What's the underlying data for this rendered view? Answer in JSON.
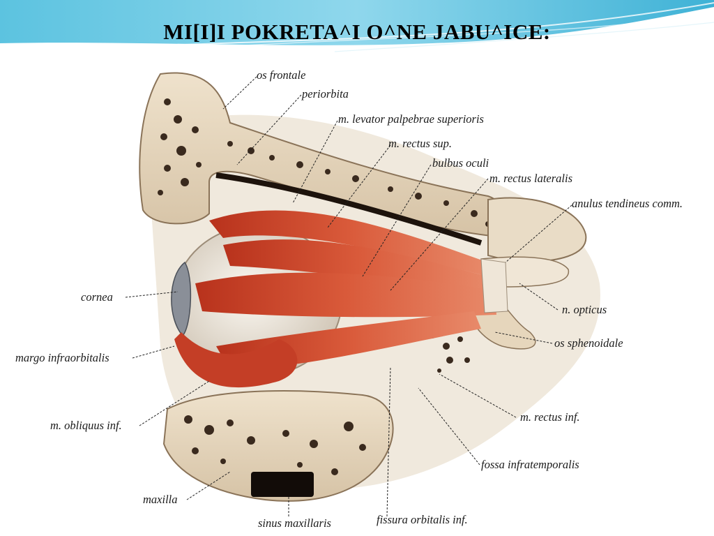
{
  "slide": {
    "title": "MI[I]I POKRETA^I O^NE JABU^ICE:",
    "header_color": "#7fd1e8"
  },
  "figure": {
    "colors": {
      "bone": "#e8d8c0",
      "muscle": "#c8452a",
      "eyeball": "#f1ece4",
      "bone_pore": "#3a2a1e"
    },
    "labels": {
      "os_frontale": "os frontale",
      "periorbita": "periorbita",
      "levator": "m. levator palpebrae superioris",
      "rectus_sup": "m. rectus sup.",
      "bulbus_oculi": "bulbus oculi",
      "rectus_lateralis": "m. rectus lateralis",
      "anulus": "anulus tendineus comm.",
      "cornea": "cornea",
      "n_opticus": "n. opticus",
      "os_sphenoidale": "os sphenoidale",
      "margo": "margo infraorbitalis",
      "obliquus": "m. obliquus inf.",
      "rectus_inf": "m. rectus inf.",
      "fossa": "fossa infratemporalis",
      "maxilla": "maxilla",
      "sinus": "sinus maxillaris",
      "fissura": "fissura orbitalis inf."
    }
  }
}
